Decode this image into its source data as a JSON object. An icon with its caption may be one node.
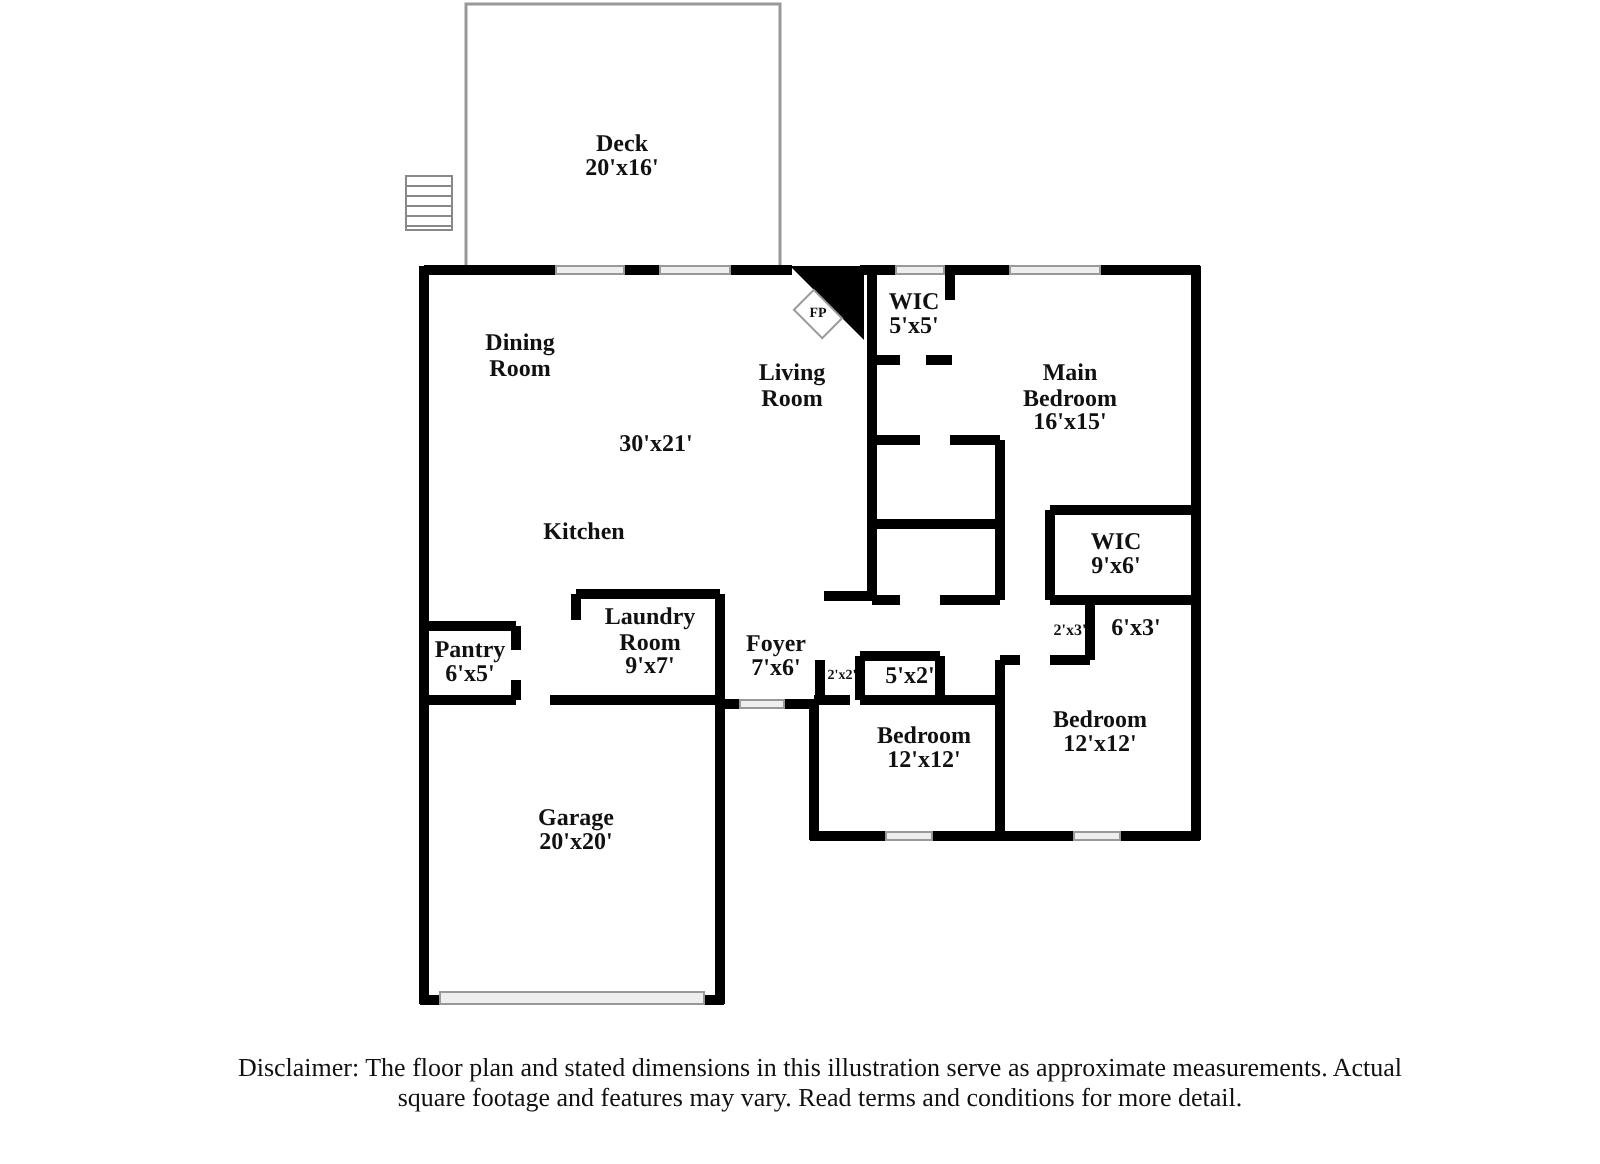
{
  "diagram": {
    "caption": "Disclaimer: The floor plan and stated dimensions in this illustration serve as approximate measurements. Actual square footage and features may vary. Read terms and conditions for more detail.",
    "nodes": [
      {
        "text": [
          "Deck",
          "20'x16'"
        ]
      },
      {
        "text": [
          "Dining Room",
          "Living Room",
          "30'x21'",
          "Kitchen"
        ]
      },
      {
        "text": [
          "FP"
        ]
      },
      {
        "text": [
          "WIC",
          "5'x5'"
        ]
      },
      {
        "text": [
          "Main Bedroom",
          "16'x15'"
        ]
      },
      {
        "text": [
          "WIC",
          "9'x6'"
        ]
      },
      {
        "text": [
          "6'x3'"
        ]
      },
      {
        "text": [
          "2'x3'"
        ]
      },
      {
        "text": [
          "Pantry",
          "6'x5'"
        ]
      },
      {
        "text": [
          "Laundry Room",
          "9'x7'"
        ]
      },
      {
        "text": [
          "Foyer",
          "7'x6'"
        ]
      },
      {
        "text": [
          "2'x2'"
        ]
      },
      {
        "text": [
          "5'x2'"
        ]
      },
      {
        "text": [
          "Bedroom",
          "12'x12'"
        ]
      },
      {
        "text": [
          "Bedroom",
          "12'x12'"
        ]
      },
      {
        "text": [
          "Garage",
          "20'x20'"
        ]
      }
    ]
  }
}
